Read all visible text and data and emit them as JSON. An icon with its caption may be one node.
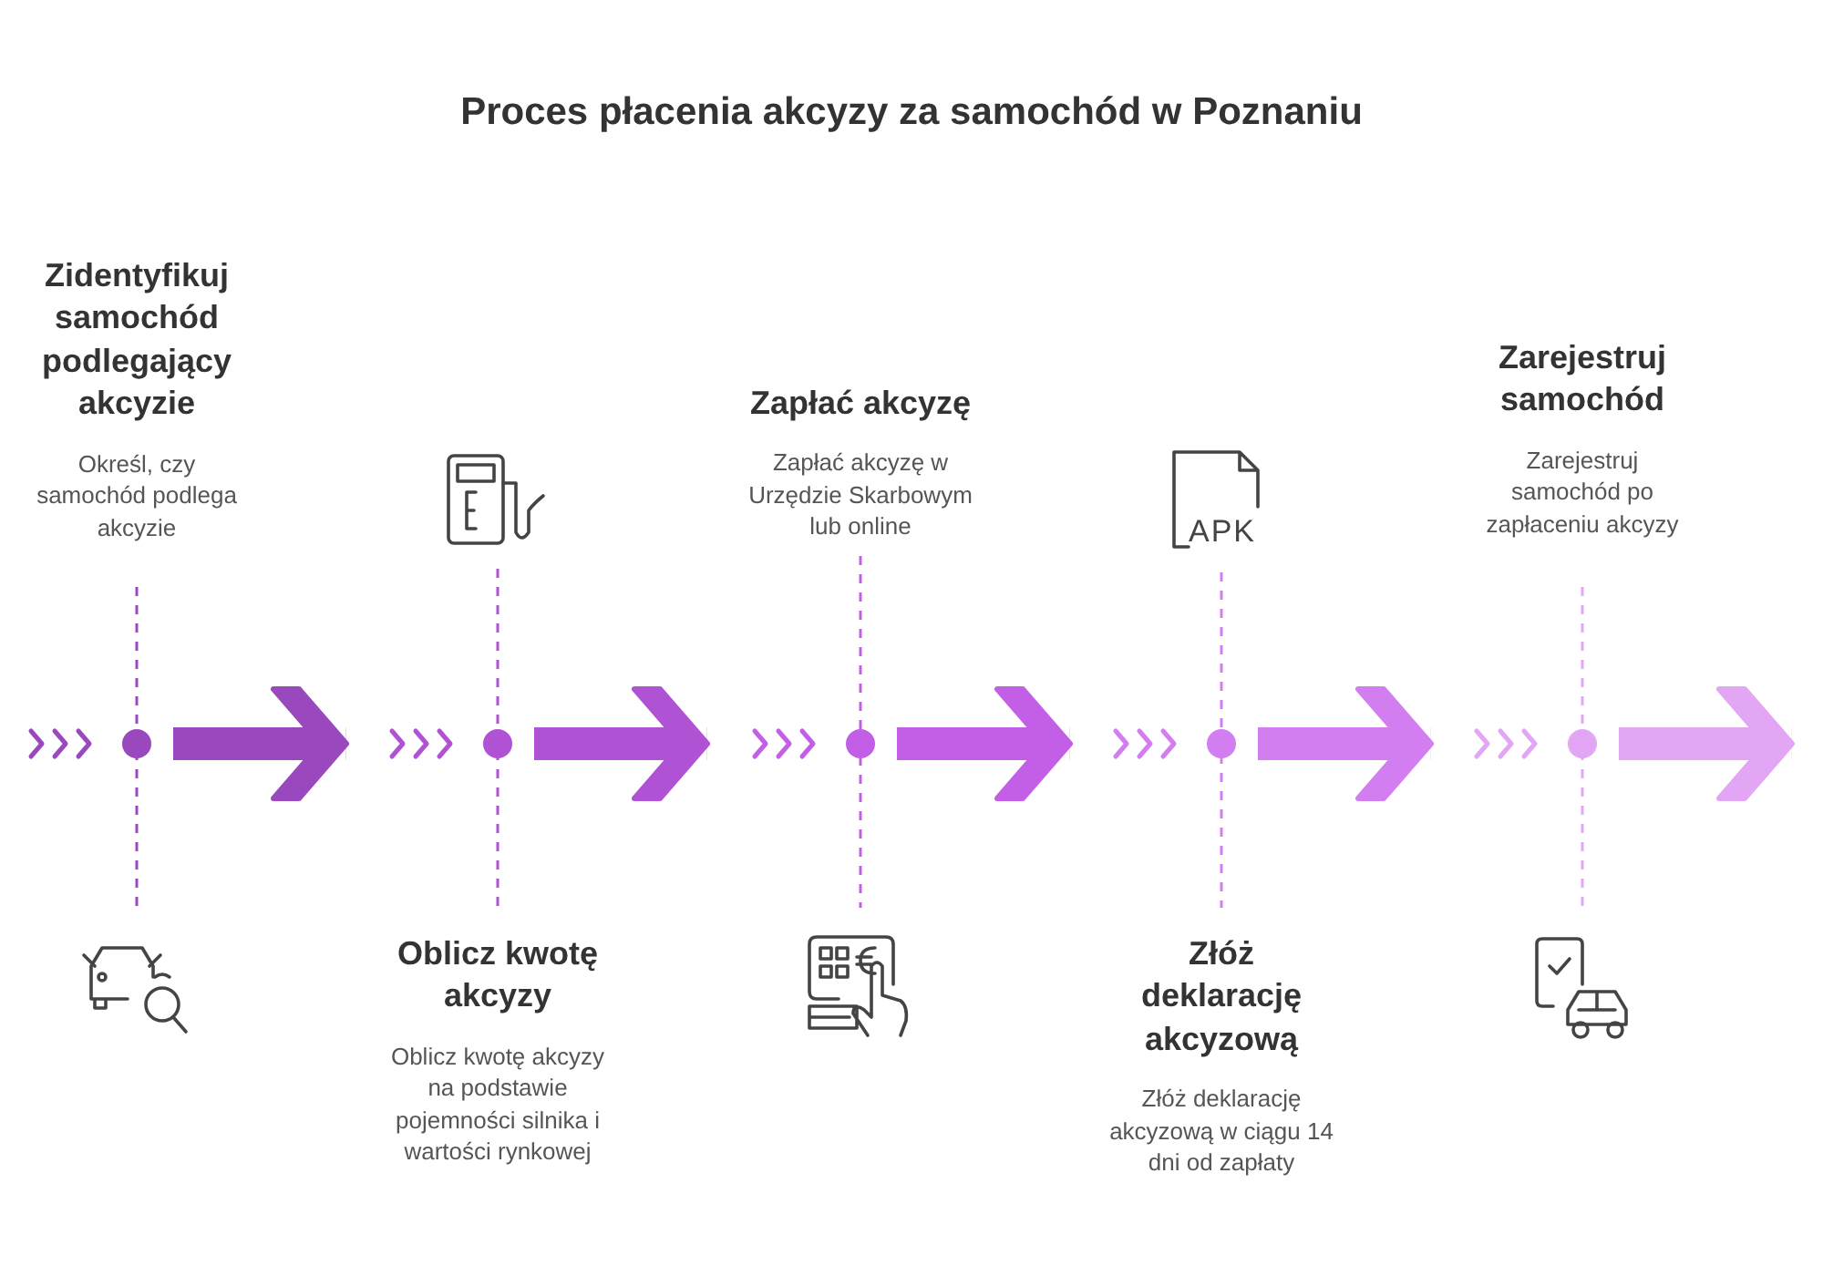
{
  "diagram": {
    "title": "Proces płacenia akcyzy za samochód w Poznaniu",
    "nodes": [
      {
        "text": [
          "Zidentyfikuj samochód podlegający akcyzie",
          "Określ, czy samochód podlega akcyzie"
        ]
      },
      {
        "text": [
          "Oblicz kwotę akcyzy",
          "Oblicz kwotę akcyzy na podstawie pojemności silnika i wartości rynkowej"
        ]
      },
      {
        "text": [
          "Zapłać akcyzę",
          "Zapłać akcyzę w Urzędzie Skarbowym lub online"
        ]
      },
      {
        "text": [
          "Złóż deklarację akcyzową",
          "Złóż deklarację akcyzową w ciągu 14 dni od zapłaty"
        ]
      },
      {
        "text": [
          "Zarejestruj samochód",
          "Zarejestruj samochód po zapłaceniu akcyzy"
        ]
      }
    ],
    "labels": [
      "APK"
    ]
  }
}
